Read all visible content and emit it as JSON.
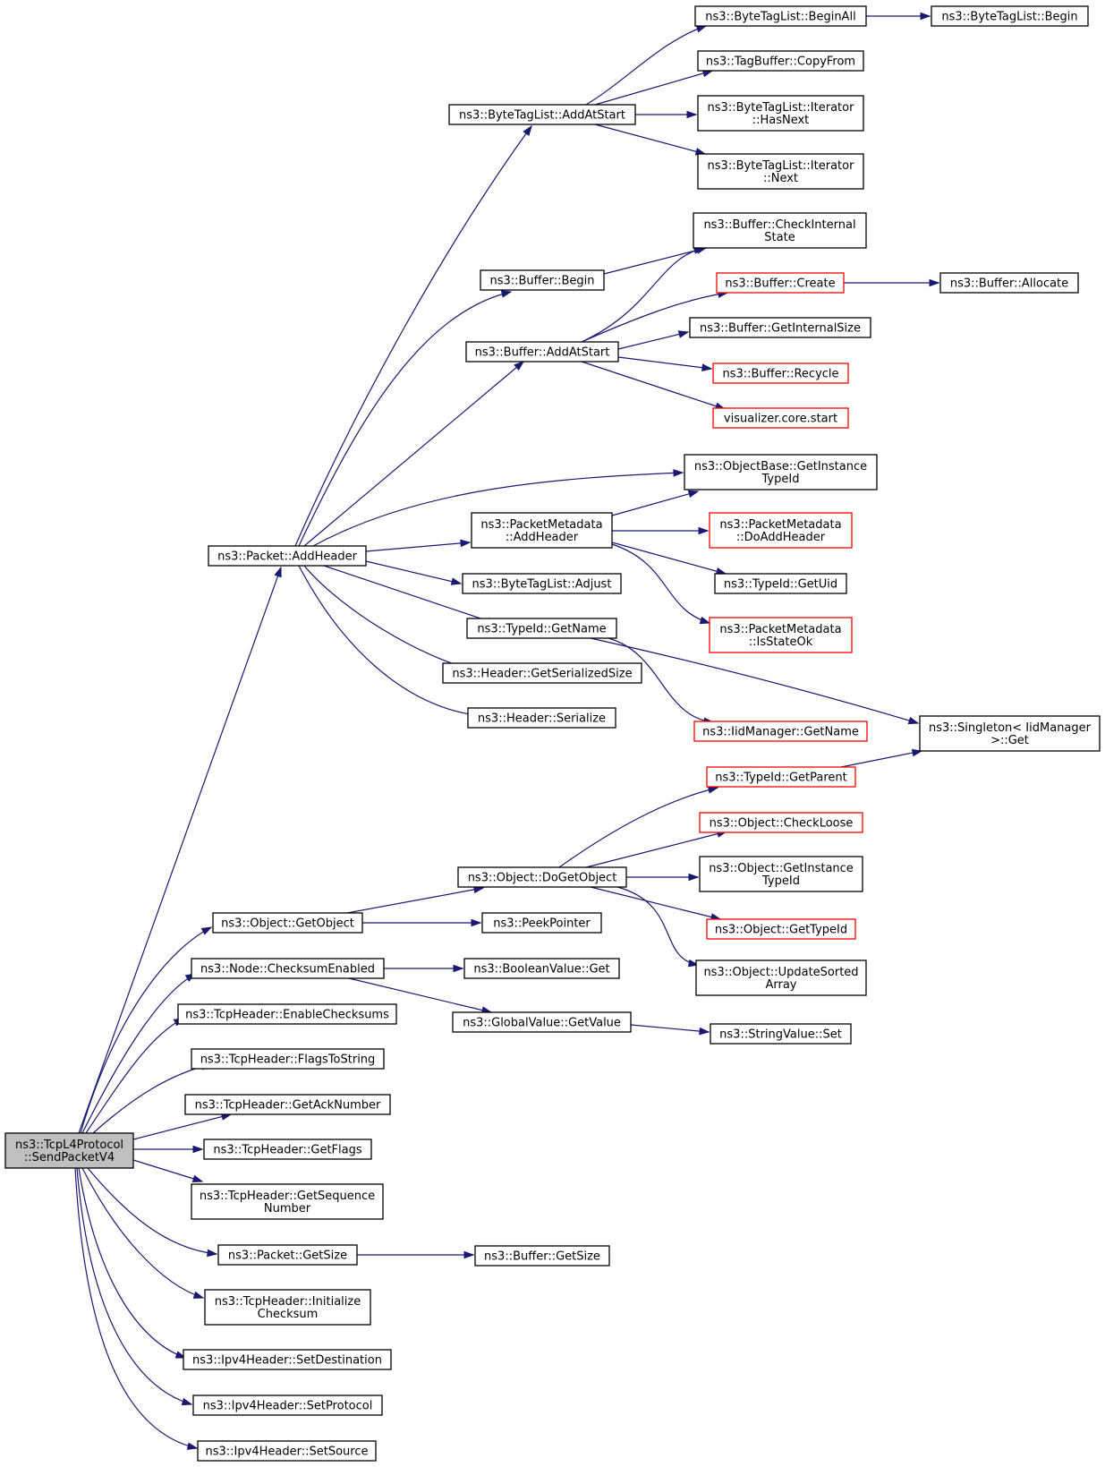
{
  "diagram": {
    "colors": {
      "edge": "#191970",
      "border_default": "#000000",
      "border_truncated": "#ff0000",
      "fill_default": "#ffffff",
      "fill_focus": "#bfbfbf"
    },
    "nodes": [
      {
        "id": "sendpacketv4",
        "lines": [
          "ns3::TcpL4Protocol",
          "::SendPacketV4"
        ],
        "style": "focus"
      },
      {
        "id": "packet-addheader",
        "lines": [
          "ns3::Packet::AddHeader"
        ],
        "style": "normal"
      },
      {
        "id": "object-getobject",
        "lines": [
          "ns3::Object::GetObject"
        ],
        "style": "normal"
      },
      {
        "id": "node-checksumenabled",
        "lines": [
          "ns3::Node::ChecksumEnabled"
        ],
        "style": "normal"
      },
      {
        "id": "tcpheader-enablechecksums",
        "lines": [
          "ns3::TcpHeader::EnableChecksums"
        ],
        "style": "normal"
      },
      {
        "id": "tcpheader-flagstostring",
        "lines": [
          "ns3::TcpHeader::FlagsToString"
        ],
        "style": "normal"
      },
      {
        "id": "tcpheader-getacknumber",
        "lines": [
          "ns3::TcpHeader::GetAckNumber"
        ],
        "style": "normal"
      },
      {
        "id": "tcpheader-getflags",
        "lines": [
          "ns3::TcpHeader::GetFlags"
        ],
        "style": "normal"
      },
      {
        "id": "tcpheader-getsequencenumber",
        "lines": [
          "ns3::TcpHeader::GetSequence",
          "Number"
        ],
        "style": "normal"
      },
      {
        "id": "packet-getsize",
        "lines": [
          "ns3::Packet::GetSize"
        ],
        "style": "normal"
      },
      {
        "id": "tcpheader-initializechecksum",
        "lines": [
          "ns3::TcpHeader::Initialize",
          "Checksum"
        ],
        "style": "normal"
      },
      {
        "id": "ipv4header-setdestination",
        "lines": [
          "ns3::Ipv4Header::SetDestination"
        ],
        "style": "normal"
      },
      {
        "id": "ipv4header-setprotocol",
        "lines": [
          "ns3::Ipv4Header::SetProtocol"
        ],
        "style": "normal"
      },
      {
        "id": "ipv4header-setsource",
        "lines": [
          "ns3::Ipv4Header::SetSource"
        ],
        "style": "normal"
      },
      {
        "id": "bytetaglist-addatstart",
        "lines": [
          "ns3::ByteTagList::AddAtStart"
        ],
        "style": "normal"
      },
      {
        "id": "buffer-begin",
        "lines": [
          "ns3::Buffer::Begin"
        ],
        "style": "normal"
      },
      {
        "id": "buffer-addatstart",
        "lines": [
          "ns3::Buffer::AddAtStart"
        ],
        "style": "normal"
      },
      {
        "id": "packetmetadata-addheader",
        "lines": [
          "ns3::PacketMetadata",
          "::AddHeader"
        ],
        "style": "normal"
      },
      {
        "id": "bytetaglist-adjust",
        "lines": [
          "ns3::ByteTagList::Adjust"
        ],
        "style": "normal"
      },
      {
        "id": "typeid-getname",
        "lines": [
          "ns3::TypeId::GetName"
        ],
        "style": "normal"
      },
      {
        "id": "header-getserializedsize",
        "lines": [
          "ns3::Header::GetSerializedSize"
        ],
        "style": "normal"
      },
      {
        "id": "header-serialize",
        "lines": [
          "ns3::Header::Serialize"
        ],
        "style": "normal"
      },
      {
        "id": "object-dogetobject",
        "lines": [
          "ns3::Object::DoGetObject"
        ],
        "style": "normal"
      },
      {
        "id": "peekpointer",
        "lines": [
          "ns3::PeekPointer"
        ],
        "style": "normal"
      },
      {
        "id": "booleanvalue-get",
        "lines": [
          "ns3::BooleanValue::Get"
        ],
        "style": "normal"
      },
      {
        "id": "globalvalue-getvalue",
        "lines": [
          "ns3::GlobalValue::GetValue"
        ],
        "style": "normal"
      },
      {
        "id": "buffer-getsize",
        "lines": [
          "ns3::Buffer::GetSize"
        ],
        "style": "normal"
      },
      {
        "id": "bytetaglist-beginall",
        "lines": [
          "ns3::ByteTagList::BeginAll"
        ],
        "style": "normal"
      },
      {
        "id": "tagbuffer-copyfrom",
        "lines": [
          "ns3::TagBuffer::CopyFrom"
        ],
        "style": "normal"
      },
      {
        "id": "bytetaglist-iterator-hasnext",
        "lines": [
          "ns3::ByteTagList::Iterator",
          "::HasNext"
        ],
        "style": "normal"
      },
      {
        "id": "bytetaglist-iterator-next",
        "lines": [
          "ns3::ByteTagList::Iterator",
          "::Next"
        ],
        "style": "normal"
      },
      {
        "id": "buffer-checkinternalstate",
        "lines": [
          "ns3::Buffer::CheckInternal",
          "State"
        ],
        "style": "normal"
      },
      {
        "id": "buffer-create",
        "lines": [
          "ns3::Buffer::Create"
        ],
        "style": "truncated"
      },
      {
        "id": "buffer-getinternalsize",
        "lines": [
          "ns3::Buffer::GetInternalSize"
        ],
        "style": "normal"
      },
      {
        "id": "buffer-recycle",
        "lines": [
          "ns3::Buffer::Recycle"
        ],
        "style": "truncated"
      },
      {
        "id": "visualizer-core-start",
        "lines": [
          "visualizer.core.start"
        ],
        "style": "truncated"
      },
      {
        "id": "objectbase-getinstancetypeid",
        "lines": [
          "ns3::ObjectBase::GetInstance",
          "TypeId"
        ],
        "style": "normal"
      },
      {
        "id": "packetmetadata-doaddheader",
        "lines": [
          "ns3::PacketMetadata",
          "::DoAddHeader"
        ],
        "style": "truncated"
      },
      {
        "id": "typeid-getuid",
        "lines": [
          "ns3::TypeId::GetUid"
        ],
        "style": "normal"
      },
      {
        "id": "packetmetadata-isstateok",
        "lines": [
          "ns3::PacketMetadata",
          "::IsStateOk"
        ],
        "style": "truncated"
      },
      {
        "id": "iidmanager-getname",
        "lines": [
          "ns3::IidManager::GetName"
        ],
        "style": "truncated"
      },
      {
        "id": "typeid-getparent",
        "lines": [
          "ns3::TypeId::GetParent"
        ],
        "style": "truncated"
      },
      {
        "id": "object-checkloose",
        "lines": [
          "ns3::Object::CheckLoose"
        ],
        "style": "truncated"
      },
      {
        "id": "object-getinstancetypeid",
        "lines": [
          "ns3::Object::GetInstance",
          "TypeId"
        ],
        "style": "normal"
      },
      {
        "id": "object-gettypeid",
        "lines": [
          "ns3::Object::GetTypeId"
        ],
        "style": "truncated"
      },
      {
        "id": "object-updatesortedarray",
        "lines": [
          "ns3::Object::UpdateSorted",
          "Array"
        ],
        "style": "normal"
      },
      {
        "id": "stringvalue-set",
        "lines": [
          "ns3::StringValue::Set"
        ],
        "style": "normal"
      },
      {
        "id": "bytetaglist-begin",
        "lines": [
          "ns3::ByteTagList::Begin"
        ],
        "style": "normal"
      },
      {
        "id": "buffer-allocate",
        "lines": [
          "ns3::Buffer::Allocate"
        ],
        "style": "normal"
      },
      {
        "id": "singleton-iidmanager-get",
        "lines": [
          "ns3::Singleton< IidManager",
          ">::Get"
        ],
        "style": "normal"
      }
    ],
    "edges": [
      [
        "sendpacketv4",
        "packet-addheader"
      ],
      [
        "sendpacketv4",
        "object-getobject"
      ],
      [
        "sendpacketv4",
        "node-checksumenabled"
      ],
      [
        "sendpacketv4",
        "tcpheader-enablechecksums"
      ],
      [
        "sendpacketv4",
        "tcpheader-flagstostring"
      ],
      [
        "sendpacketv4",
        "tcpheader-getacknumber"
      ],
      [
        "sendpacketv4",
        "tcpheader-getflags"
      ],
      [
        "sendpacketv4",
        "tcpheader-getsequencenumber"
      ],
      [
        "sendpacketv4",
        "packet-getsize"
      ],
      [
        "sendpacketv4",
        "tcpheader-initializechecksum"
      ],
      [
        "sendpacketv4",
        "ipv4header-setdestination"
      ],
      [
        "sendpacketv4",
        "ipv4header-setprotocol"
      ],
      [
        "sendpacketv4",
        "ipv4header-setsource"
      ],
      [
        "packet-addheader",
        "bytetaglist-addatstart"
      ],
      [
        "packet-addheader",
        "buffer-begin"
      ],
      [
        "packet-addheader",
        "buffer-addatstart"
      ],
      [
        "packet-addheader",
        "objectbase-getinstancetypeid"
      ],
      [
        "packet-addheader",
        "packetmetadata-addheader"
      ],
      [
        "packet-addheader",
        "bytetaglist-adjust"
      ],
      [
        "packet-addheader",
        "typeid-getname"
      ],
      [
        "packet-addheader",
        "header-getserializedsize"
      ],
      [
        "packet-addheader",
        "header-serialize"
      ],
      [
        "bytetaglist-addatstart",
        "bytetaglist-beginall"
      ],
      [
        "bytetaglist-addatstart",
        "tagbuffer-copyfrom"
      ],
      [
        "bytetaglist-addatstart",
        "bytetaglist-iterator-hasnext"
      ],
      [
        "bytetaglist-addatstart",
        "bytetaglist-iterator-next"
      ],
      [
        "bytetaglist-beginall",
        "bytetaglist-begin"
      ],
      [
        "buffer-begin",
        "buffer-checkinternalstate"
      ],
      [
        "buffer-addatstart",
        "buffer-checkinternalstate"
      ],
      [
        "buffer-addatstart",
        "buffer-create"
      ],
      [
        "buffer-addatstart",
        "buffer-getinternalsize"
      ],
      [
        "buffer-addatstart",
        "buffer-recycle"
      ],
      [
        "buffer-addatstart",
        "visualizer-core-start"
      ],
      [
        "buffer-create",
        "buffer-allocate"
      ],
      [
        "packetmetadata-addheader",
        "objectbase-getinstancetypeid"
      ],
      [
        "packetmetadata-addheader",
        "packetmetadata-doaddheader"
      ],
      [
        "packetmetadata-addheader",
        "typeid-getuid"
      ],
      [
        "packetmetadata-addheader",
        "packetmetadata-isstateok"
      ],
      [
        "typeid-getname",
        "iidmanager-getname"
      ],
      [
        "typeid-getname",
        "singleton-iidmanager-get"
      ],
      [
        "object-getobject",
        "object-dogetobject"
      ],
      [
        "object-getobject",
        "peekpointer"
      ],
      [
        "object-dogetobject",
        "typeid-getparent"
      ],
      [
        "object-dogetobject",
        "object-checkloose"
      ],
      [
        "object-dogetobject",
        "object-getinstancetypeid"
      ],
      [
        "object-dogetobject",
        "object-gettypeid"
      ],
      [
        "object-dogetobject",
        "object-updatesortedarray"
      ],
      [
        "typeid-getparent",
        "singleton-iidmanager-get"
      ],
      [
        "node-checksumenabled",
        "booleanvalue-get"
      ],
      [
        "node-checksumenabled",
        "globalvalue-getvalue"
      ],
      [
        "globalvalue-getvalue",
        "stringvalue-set"
      ],
      [
        "packet-getsize",
        "buffer-getsize"
      ]
    ]
  }
}
